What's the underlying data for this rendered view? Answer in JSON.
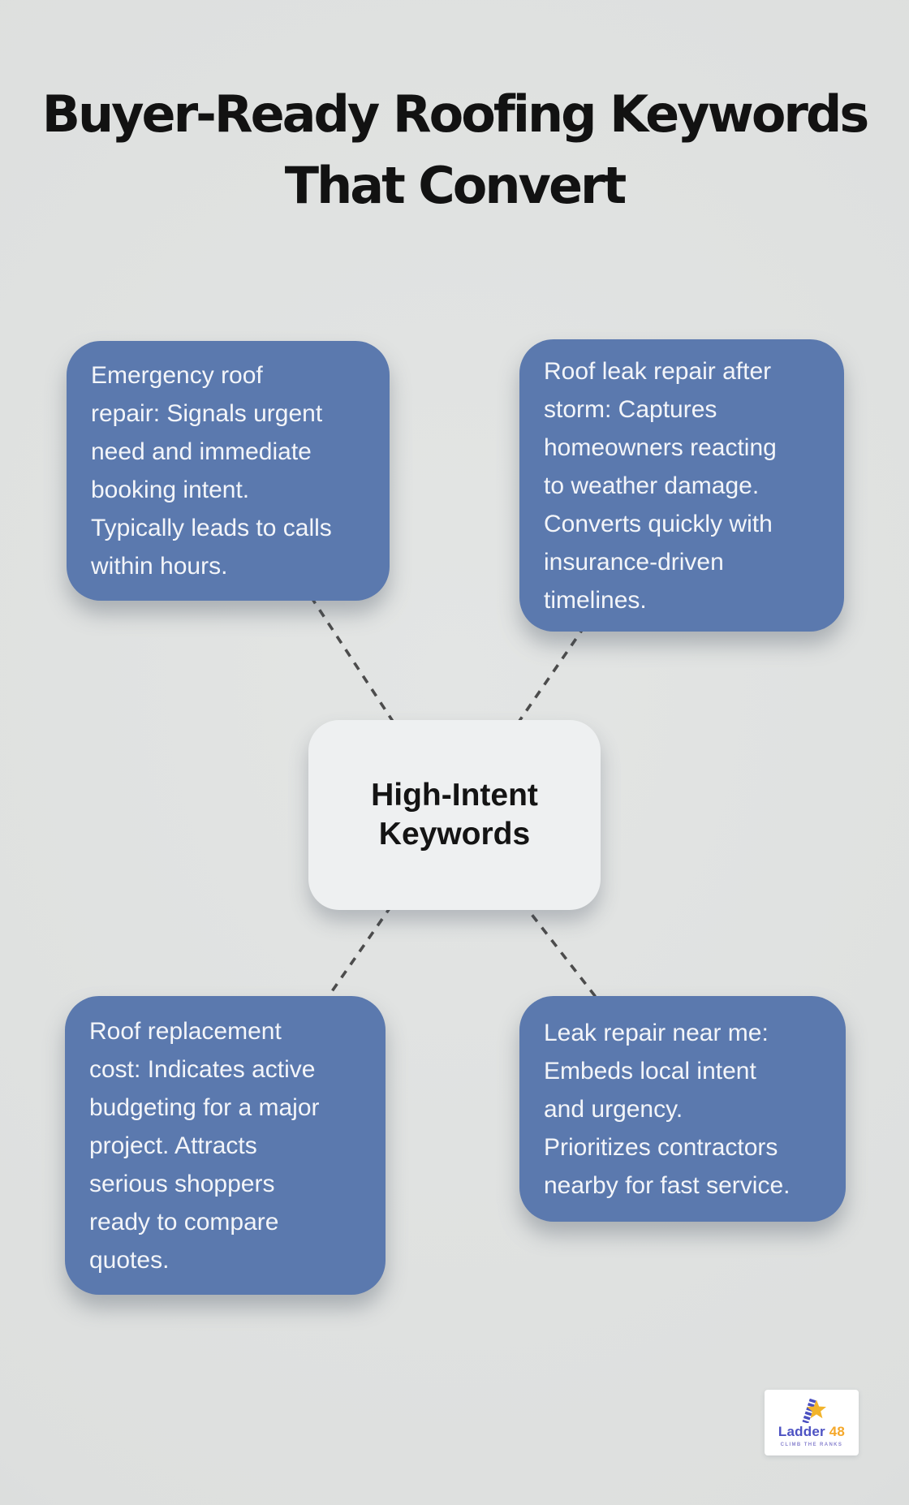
{
  "title": {
    "line1": "Buyer-Ready Roofing Keywords",
    "line2": "That Convert"
  },
  "center": {
    "label": "High-Intent\nKeywords"
  },
  "cards": [
    {
      "id": "emergency-roof-repair",
      "text": "Emergency roof\nrepair: Signals urgent\nneed and immediate\nbooking intent.\nTypically leads to calls\nwithin hours."
    },
    {
      "id": "roof-leak-repair-after-storm",
      "text": "Roof leak repair after\nstorm: Captures\nhomeowners reacting\nto weather damage.\nConverts quickly with\ninsurance-driven\ntimelines."
    },
    {
      "id": "roof-replacement-cost",
      "text": "Roof replacement\ncost: Indicates active\nbudgeting for a major\nproject. Attracts\nserious shoppers\nready to compare\nquotes."
    },
    {
      "id": "leak-repair-near-me",
      "text": "Leak repair near me:\nEmbeds local intent\nand urgency.\nPrioritizes contractors\nnearby for fast service."
    }
  ],
  "logo": {
    "name": "Ladder",
    "number": "48",
    "tagline": "CLIMB THE RANKS"
  },
  "colors": {
    "background": "#dedfde",
    "card_blue": "#5b79ae",
    "card_text": "#f3f5f9",
    "center_box": "#eef0f1",
    "title_text": "#121212",
    "connector": "#4c4c4c",
    "logo_indigo": "#4d52c3",
    "logo_amber": "#f5a82a",
    "logo_star_yellow": "#f2b42c"
  }
}
